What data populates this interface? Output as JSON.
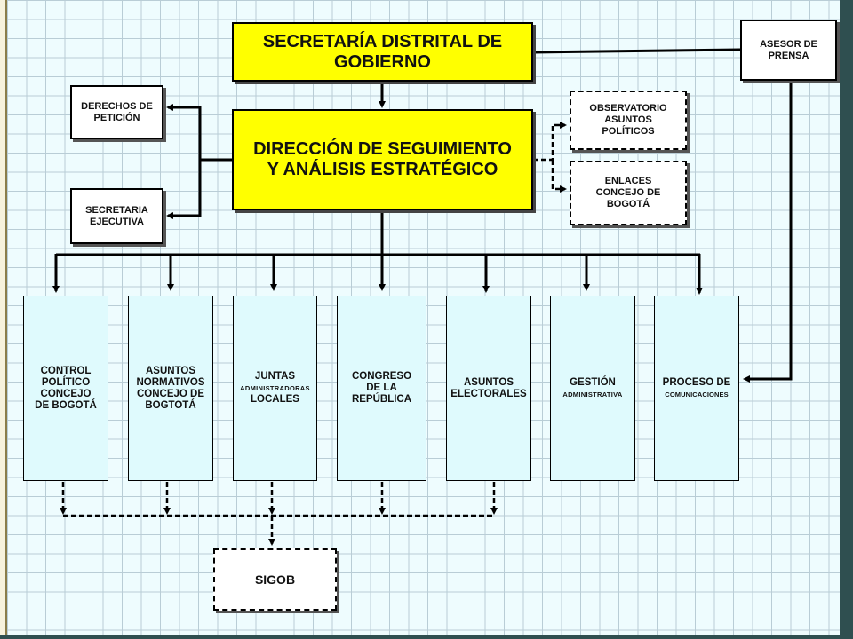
{
  "diagram": {
    "main": "SECRETARÍA DISTRITAL DE GOBIERNO",
    "direction": "DIRECCIÓN DE SEGUIMIENTO Y ANÁLISIS ESTRATÉGICO",
    "press": "ASESOR DE PRENSA",
    "petitions": "DERECHOS DE PETICIÓN",
    "secretary": "SECRETARIA EJECUTIVA",
    "observatory": "OBSERVATORIO ASUNTOS POLÍTICOS",
    "links": "ENLACES CONCEJO DE BOGOTÁ",
    "columns": {
      "control": "CONTROL\nPOLÍTICO\nCONCEJO\nDE BOGOTÁ",
      "normative": "ASUNTOS\nNORMATIVOS\nCONCEJO DE\nBOGTOTÁ",
      "juntas_top": "JUNTAS",
      "juntas_mid": "ADMINISTRADORAS",
      "juntas_bottom": "LOCALES",
      "congress": "CONGRESO\nDE LA\nREPÚBLICA",
      "electoral": "ASUNTOS\nELECTORALES",
      "gestion_top": "GESTIÓN",
      "gestion_bottom": "ADMINISTRATIVA",
      "process_top": "PROCESO DE",
      "process_bottom": "COMUNICACIONES"
    },
    "sigob": "SIGOB"
  },
  "colors": {
    "highlight": "#ffff00",
    "unit_fill": "#dffafd",
    "background": "#eefcfe",
    "frame": "#2f4f50"
  }
}
